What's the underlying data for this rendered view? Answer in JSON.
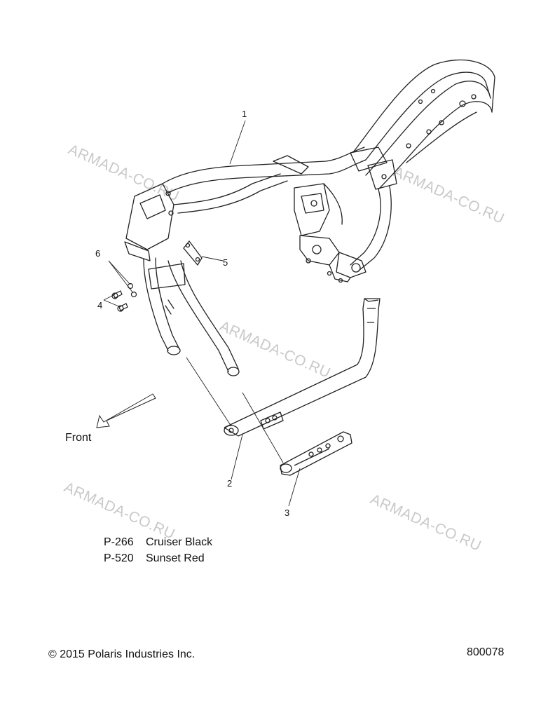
{
  "callouts": [
    "1",
    "2",
    "3",
    "4",
    "5",
    "6"
  ],
  "front_label": "Front",
  "watermark": "ARMADA-CO.RU",
  "paint_codes": [
    {
      "code": "P-266",
      "name": "Cruiser Black"
    },
    {
      "code": "P-520",
      "name": "Sunset Red"
    }
  ],
  "copyright": "© 2015 Polaris Industries Inc.",
  "diagram_number": "800078",
  "colors": {
    "line": "#222222",
    "watermark": "#c9c9c9",
    "background": "#ffffff"
  }
}
